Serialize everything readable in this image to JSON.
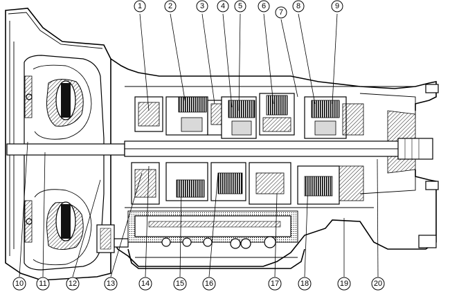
{
  "diagram": {
    "top_callouts": [
      "1",
      "2",
      "3",
      "4",
      "5",
      "6",
      "7",
      "8",
      "9"
    ],
    "bottom_callouts": [
      "10",
      "11",
      "12",
      "13",
      "14",
      "15",
      "16",
      "17",
      "18",
      "19",
      "20"
    ]
  }
}
